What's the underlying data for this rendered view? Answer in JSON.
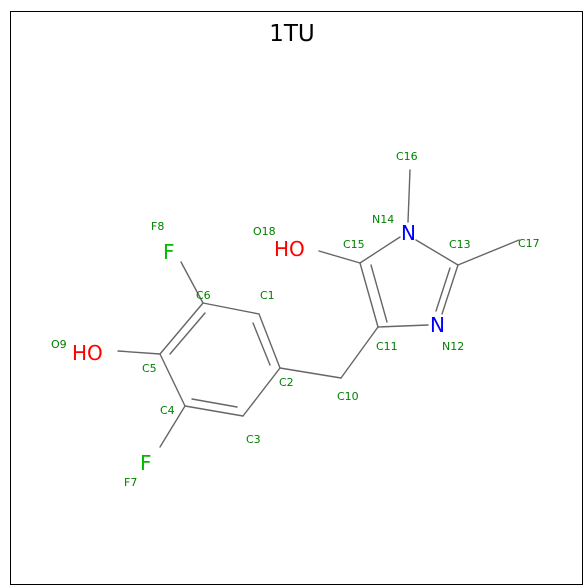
{
  "title": "1TU",
  "colors": {
    "carbon_bond": "#666666",
    "oxygen": "#ff0000",
    "nitrogen": "#0000ff",
    "fluorine": "#00bb00",
    "index_label": "#008000"
  },
  "atoms": {
    "C1": "C1",
    "C2": "C2",
    "C3": "C3",
    "C4": "C4",
    "C5": "C5",
    "C6": "C6",
    "F7": "F7",
    "F8": "F8",
    "O9": "O9",
    "C10": "C10",
    "C11": "C11",
    "N12": "N12",
    "C13": "C13",
    "N14": "N14",
    "C15": "C15",
    "C16": "C16",
    "C17": "C17",
    "O18": "O18"
  },
  "symbols": {
    "F_top": "F",
    "F_bottom": "F",
    "HO_left": "HO",
    "HO_ring": "HO",
    "N_top": "N",
    "N_right": "N"
  }
}
